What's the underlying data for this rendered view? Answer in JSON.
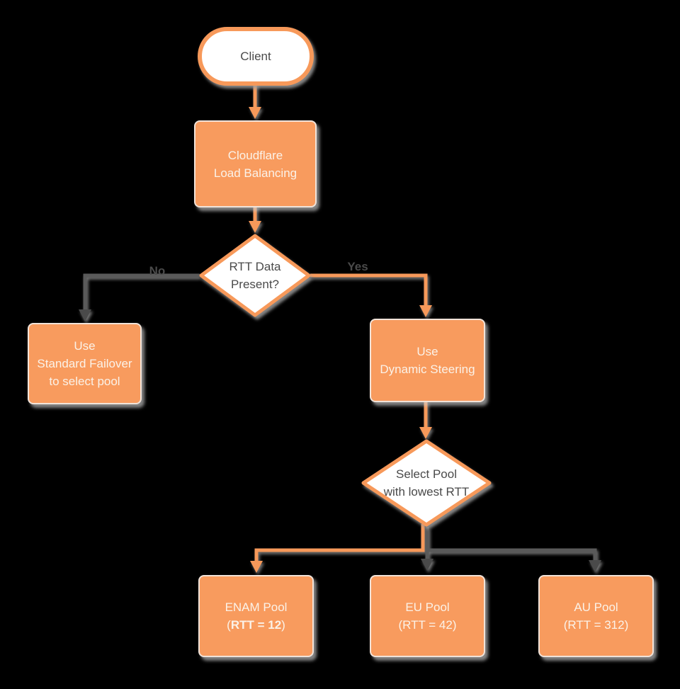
{
  "diagram": {
    "colors": {
      "background": "#000000",
      "orange_stroke": "#F7995A",
      "orange_fill": "#F89B5E",
      "gray_line": "#5A5A5A",
      "gray_arrow": "#4A4A4A",
      "shadow_gray": "#9E9E9E",
      "text_dark": "#4A4A4A",
      "text_light": "#FBF2E8"
    },
    "nodes": {
      "client": {
        "label": "Client"
      },
      "load_balancer": {
        "line1": "Cloudflare",
        "line2": "Load Balancing"
      },
      "rtt_decision": {
        "line1": "RTT Data",
        "line2": "Present?"
      },
      "standard_failover": {
        "line1": "Use",
        "line2": "Standard Failover",
        "line3": "to select pool"
      },
      "dynamic_steering": {
        "line1": "Use",
        "line2": "Dynamic Steering"
      },
      "select_pool": {
        "line1": "Select Pool",
        "line2": "with lowest RTT"
      },
      "enam_pool": {
        "name": "ENAM Pool",
        "rtt_open": "(",
        "rtt_value": "RTT = 12",
        "rtt_close": ")"
      },
      "eu_pool": {
        "name": "EU Pool",
        "rtt": "(RTT = 42)"
      },
      "au_pool": {
        "name": "AU Pool",
        "rtt": "(RTT = 312)"
      }
    },
    "edge_labels": {
      "no": "No",
      "yes": "Yes"
    }
  }
}
